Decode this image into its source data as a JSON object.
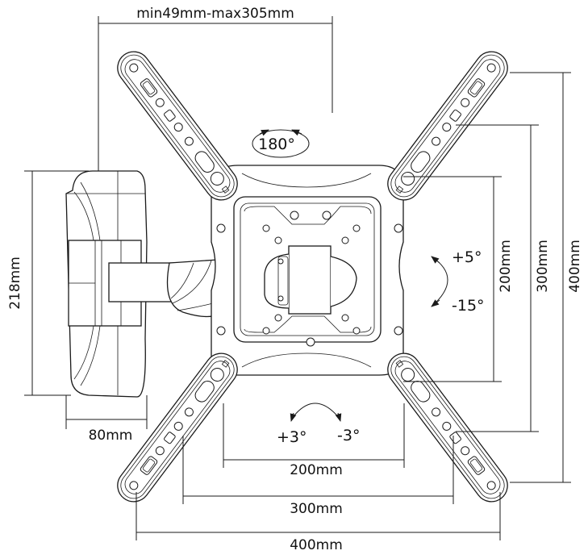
{
  "diagram": {
    "subject": "TV wall mount bracket dimensions",
    "dimensions": {
      "arm_extension": "min49mm-max305mm",
      "wall_plate_height": "218mm",
      "wall_plate_width": "80mm",
      "vesa_horizontal": [
        "200mm",
        "300mm",
        "400mm"
      ],
      "vesa_vertical": [
        "200mm",
        "300mm",
        "400mm"
      ]
    },
    "rotation": {
      "swivel": "180°",
      "tilt_up": "+5°",
      "tilt_down": "-15°",
      "level_plus": "+3°",
      "level_minus": "-3°"
    },
    "line_color": "#1a1a1a",
    "background": "#ffffff"
  }
}
